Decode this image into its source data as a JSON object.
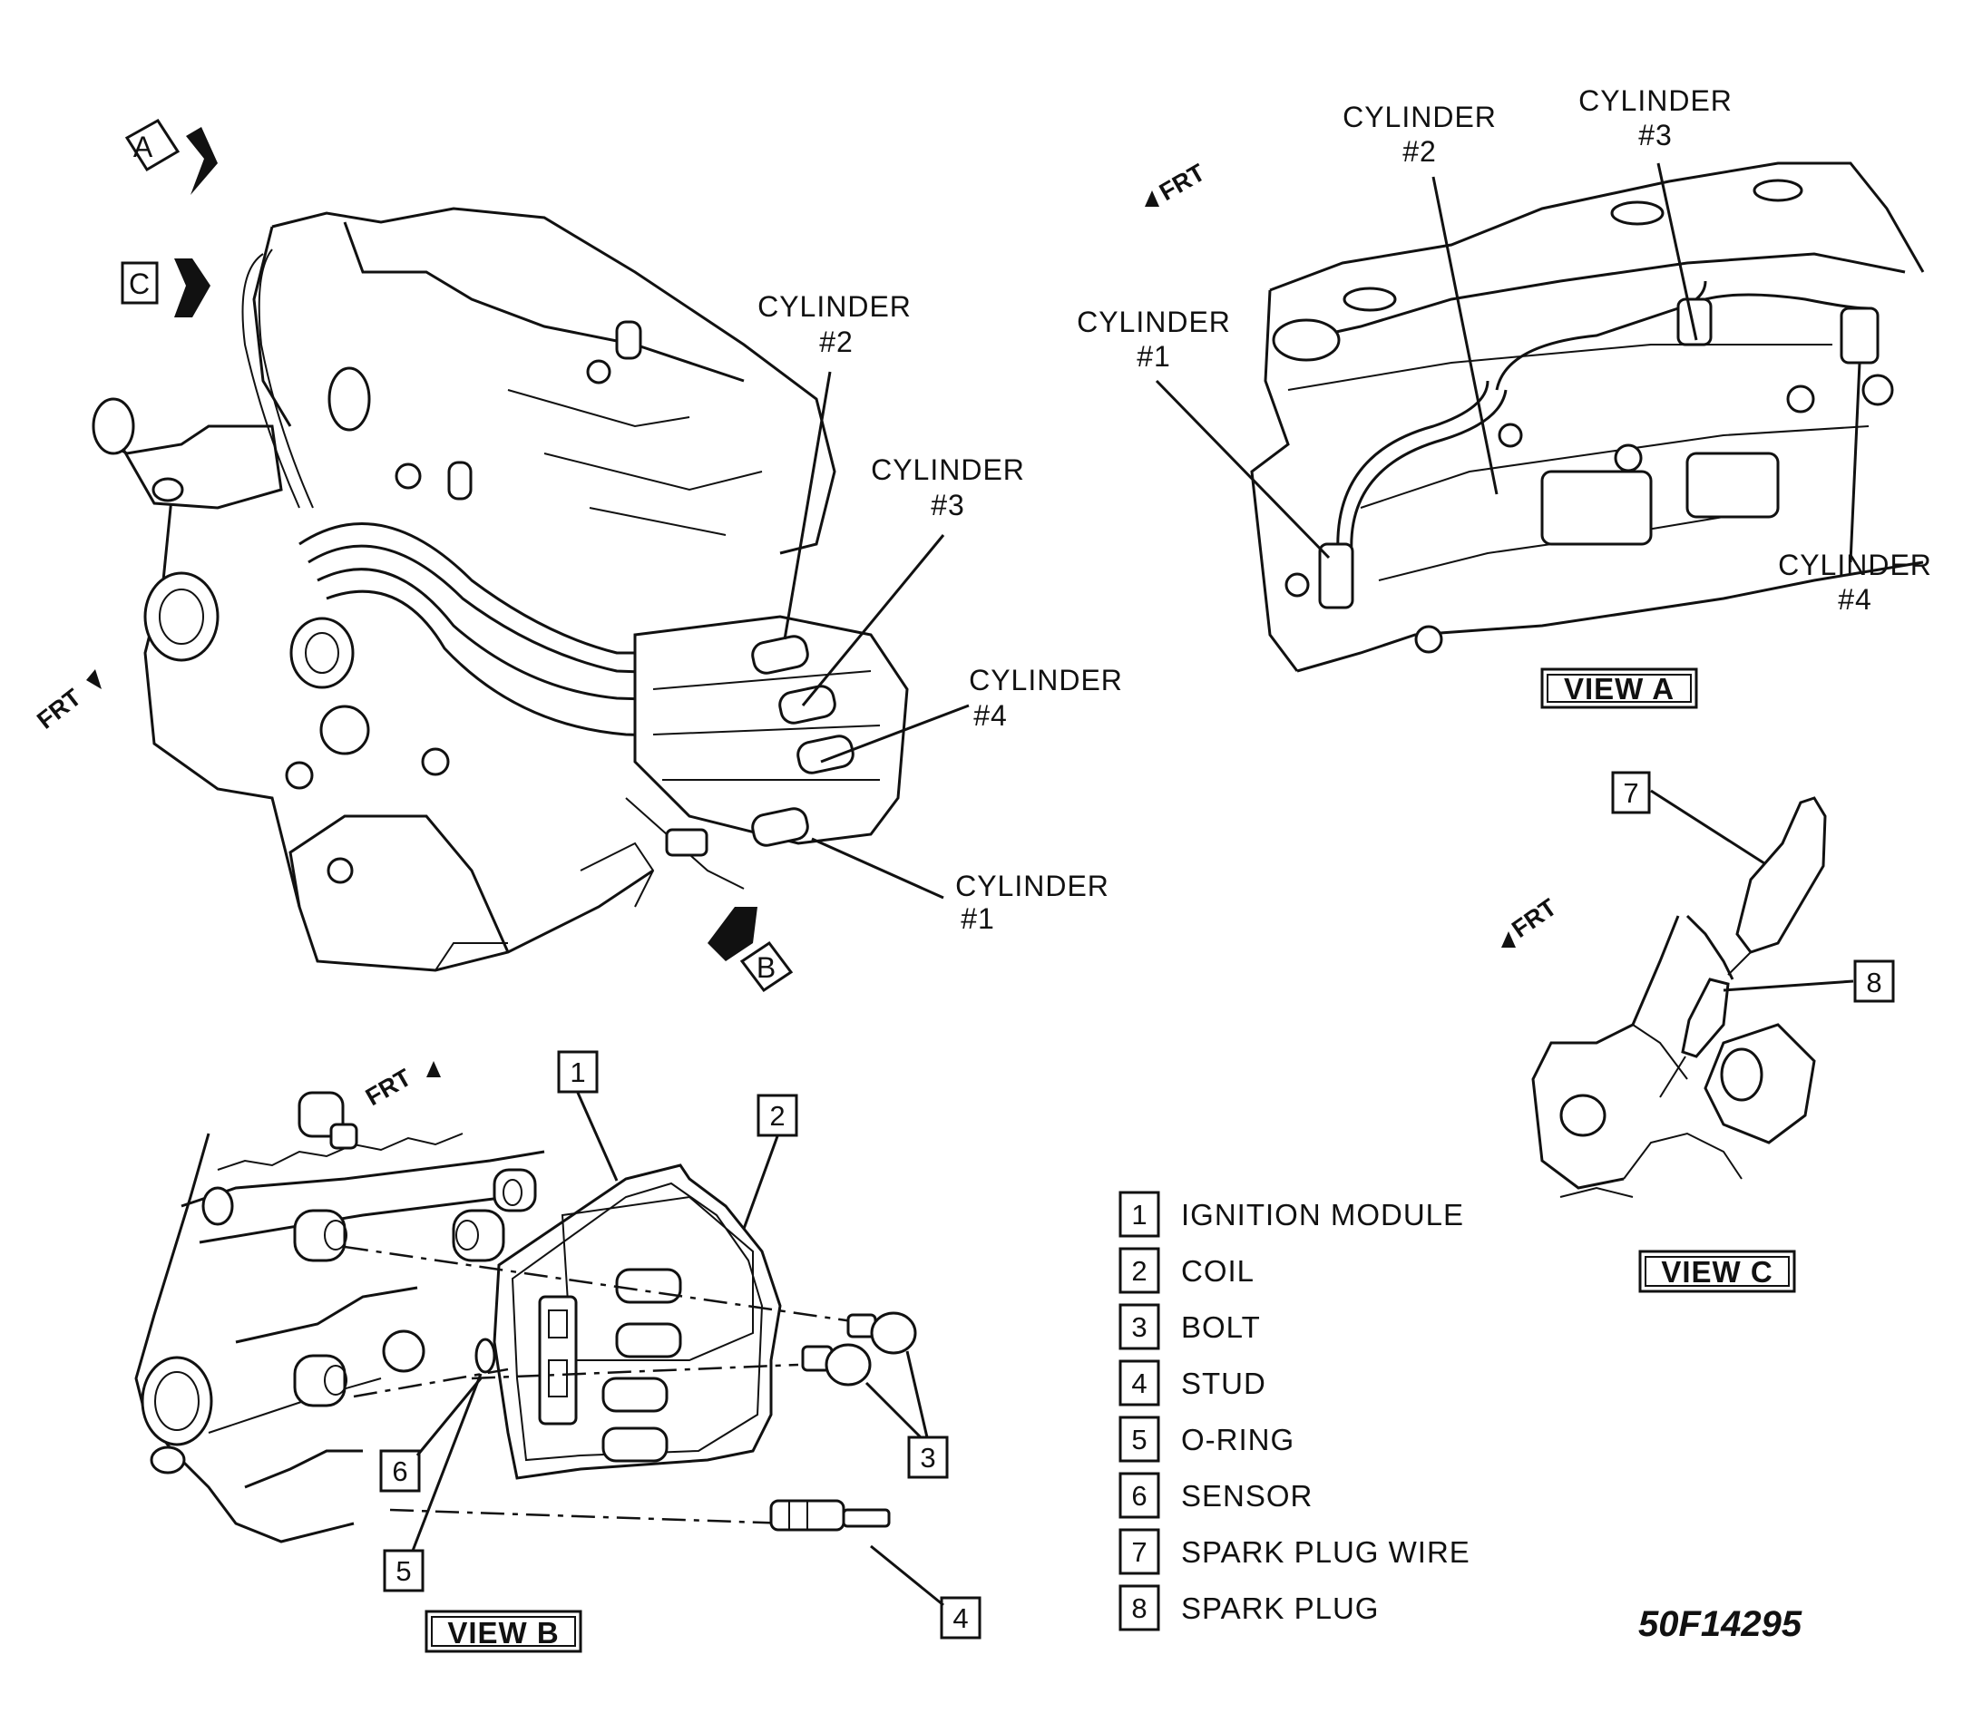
{
  "callouts": {
    "main_cyl2": "CYLINDER",
    "main_cyl2_num": "#2",
    "main_cyl3": "CYLINDER",
    "main_cyl3_num": "#3",
    "main_cyl4": "CYLINDER",
    "main_cyl4_num": "#4",
    "main_cyl1": "CYLINDER",
    "main_cyl1_num": "#1",
    "viewa_cyl1": "CYLINDER",
    "viewa_cyl1_num": "#1",
    "viewa_cyl2": "CYLINDER",
    "viewa_cyl2_num": "#2",
    "viewa_cyl3": "CYLINDER",
    "viewa_cyl3_num": "#3",
    "viewa_cyl4": "CYLINDER",
    "viewa_cyl4_num": "#4"
  },
  "view_arrows": {
    "a": "A",
    "b": "B",
    "c": "C"
  },
  "front_marks": {
    "main": "FRT",
    "view_a": "FRT",
    "view_b": "FRT",
    "view_c": "FRT"
  },
  "view_labels": {
    "a": "VIEW A",
    "b": "VIEW B",
    "c": "VIEW C"
  },
  "part_numbers": {
    "p1": "1",
    "p2": "2",
    "p3": "3",
    "p4": "4",
    "p5": "5",
    "p6": "6",
    "p7": "7",
    "p8": "8"
  },
  "legend": [
    {
      "num": "1",
      "label": "IGNITION MODULE"
    },
    {
      "num": "2",
      "label": "COIL"
    },
    {
      "num": "3",
      "label": "BOLT"
    },
    {
      "num": "4",
      "label": "STUD"
    },
    {
      "num": "5",
      "label": "O-RING"
    },
    {
      "num": "6",
      "label": "SENSOR"
    },
    {
      "num": "7",
      "label": "SPARK PLUG WIRE"
    },
    {
      "num": "8",
      "label": "SPARK PLUG"
    }
  ],
  "figure_code": "50F14295",
  "colors": {
    "ink": "#111111",
    "paper": "#ffffff"
  }
}
